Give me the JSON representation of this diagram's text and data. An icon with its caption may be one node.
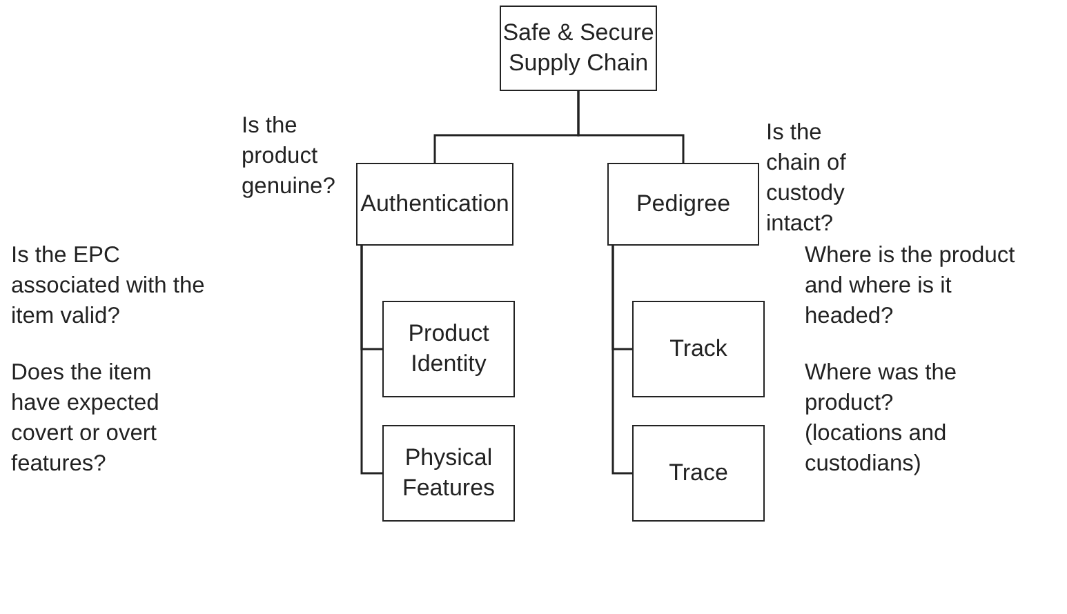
{
  "diagram": {
    "nodes": [
      {
        "text": [
          "Safe & Secure Supply Chain"
        ]
      },
      {
        "text": [
          "Authentication"
        ],
        "beside": [
          "Is the product genuine?"
        ]
      },
      {
        "text": [
          "Pedigree"
        ],
        "beside": [
          "Is the chain of custody intact?"
        ]
      },
      {
        "text": [
          "Product Identity"
        ]
      },
      {
        "text": [
          "Physical Features"
        ]
      },
      {
        "text": [
          "Track"
        ],
        "beside": [
          "Where is the product and where is it headed?"
        ]
      },
      {
        "text": [
          "Trace"
        ],
        "beside": [
          "Where was the product? (locations and custodians)"
        ]
      }
    ],
    "edges": [
      {
        "from": 0,
        "to": 1,
        "arrow": "none"
      },
      {
        "from": 0,
        "to": 2,
        "arrow": "none"
      },
      {
        "from": 1,
        "to": 3,
        "arrow": "none"
      },
      {
        "from": 1,
        "to": 4,
        "arrow": "none"
      },
      {
        "from": 2,
        "to": 5,
        "arrow": "none"
      },
      {
        "from": 2,
        "to": 6,
        "arrow": "none"
      }
    ],
    "labels": [
      "Is the EPC associated with the item valid?",
      "Does the item have expected covert or overt features?"
    ]
  }
}
